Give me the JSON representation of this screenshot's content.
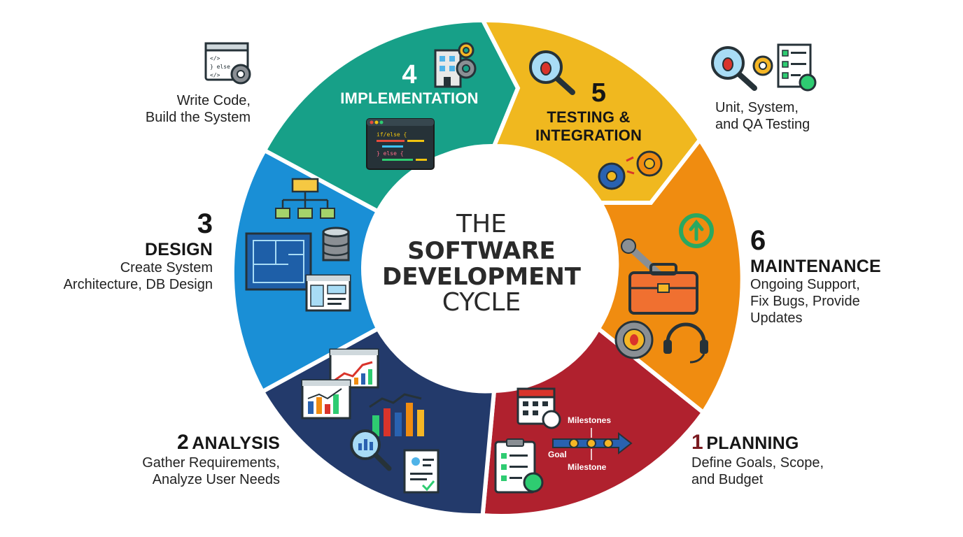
{
  "title": {
    "line1": "THE",
    "line2": "SOFTWARE",
    "line3": "DEVELOPMENT",
    "line4": "CYCLE"
  },
  "stages": [
    {
      "number": "1",
      "name": "PLANNING",
      "desc_lines": [
        "Define Goals, Scope,",
        "and Budget"
      ],
      "color": "#b0212e"
    },
    {
      "number": "2",
      "name": "ANALYSIS",
      "desc_lines": [
        "Gather Requirements,",
        "Analyze User Needs"
      ],
      "color": "#233a6b"
    },
    {
      "number": "3",
      "name": "DESIGN",
      "desc_lines": [
        "Create System",
        "Architecture, DB Design"
      ],
      "color": "#1a8fd6"
    },
    {
      "number": "4",
      "name": "IMPLEMENTATION",
      "desc_lines": [
        "Write Code,",
        "Build the System"
      ],
      "color": "#17a088"
    },
    {
      "number": "5",
      "name_lines": [
        "TESTING &",
        "INTEGRATION"
      ],
      "desc_lines": [
        "Unit, System,",
        "and QA Testing"
      ],
      "color": "#f0b81f"
    },
    {
      "number": "6",
      "name": "MAINTENANCE",
      "desc_lines": [
        "Ongoing Support,",
        "Fix Bugs, Provide",
        "Updates"
      ],
      "color": "#f08c10"
    }
  ],
  "planning_timeline": {
    "milestones_label": "Milestones",
    "goal_label": "Goal",
    "milestone_label": "Milestone"
  },
  "code_snippets": {
    "impl_line1": "if/else {",
    "impl_line2": "} else {",
    "side_line1": "</>",
    "side_line2": "} else",
    "side_line3": "</>"
  },
  "icons": [
    "code-window-icon",
    "gear-icon",
    "building-icon",
    "code-editor-icon",
    "bug-magnifier-icon",
    "gears-icon",
    "checklist-icon",
    "wrench-icon",
    "toolbox-icon",
    "refresh-icon",
    "bug-gear-icon",
    "headset-icon",
    "calendar-icon",
    "clipboard-check-icon",
    "timeline-arrow-icon",
    "bar-chart-icon",
    "line-chart-icon",
    "magnifier-chart-icon",
    "profile-document-icon",
    "flowchart-icon",
    "database-icon",
    "blueprint-icon",
    "wireframe-icon"
  ]
}
